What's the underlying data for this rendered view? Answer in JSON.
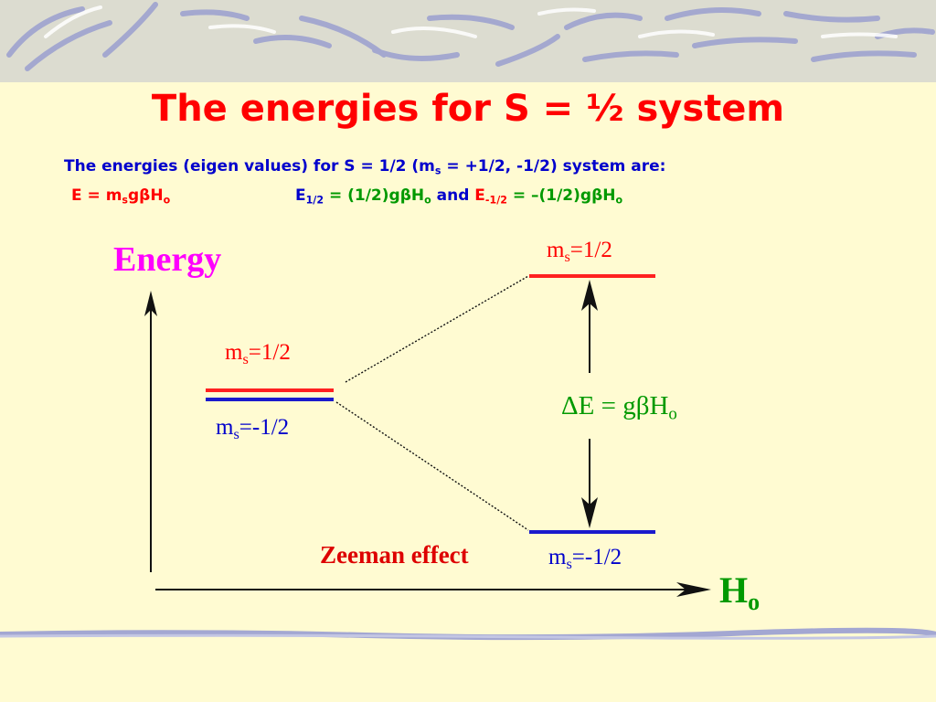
{
  "slide": {
    "title": "The energies for S = ½ system",
    "intro": {
      "text": "The energies (eigen values) for S = 1/2 (m",
      "sub": "s",
      "tail": " = +1/2, -1/2) system are:"
    },
    "formula": {
      "prefix": "E = m",
      "sub_s": "s",
      "mid": "gβH",
      "sub_o": "o"
    },
    "energies": {
      "e_plus": "E",
      "e_plus_sub": "1/2",
      "e_plus_val": " = (1/2)gβH",
      "e_plus_val_sub": "o",
      "and": " and ",
      "e_minus": "E",
      "e_minus_sub": "-1/2",
      "e_minus_val": " = –(1/2)gβH",
      "e_minus_val_sub": "o"
    }
  },
  "diagram": {
    "y_axis_label": "Energy",
    "x_axis_label": "H",
    "x_axis_label_sub": "o",
    "ms_prefix": "m",
    "ms_sub": "s",
    "upper_state": "=1/2",
    "lower_state": "=-1/2",
    "splitting_label": "ΔE = gβH",
    "splitting_label_sub": "o",
    "caption": "Zeeman effect",
    "colors": {
      "upper_level": "#ff2020",
      "lower_level": "#1a1acc",
      "axis": "#111111",
      "energy_label": "#ff00ff",
      "caption": "#dd0000",
      "green_text": "#009900"
    }
  }
}
